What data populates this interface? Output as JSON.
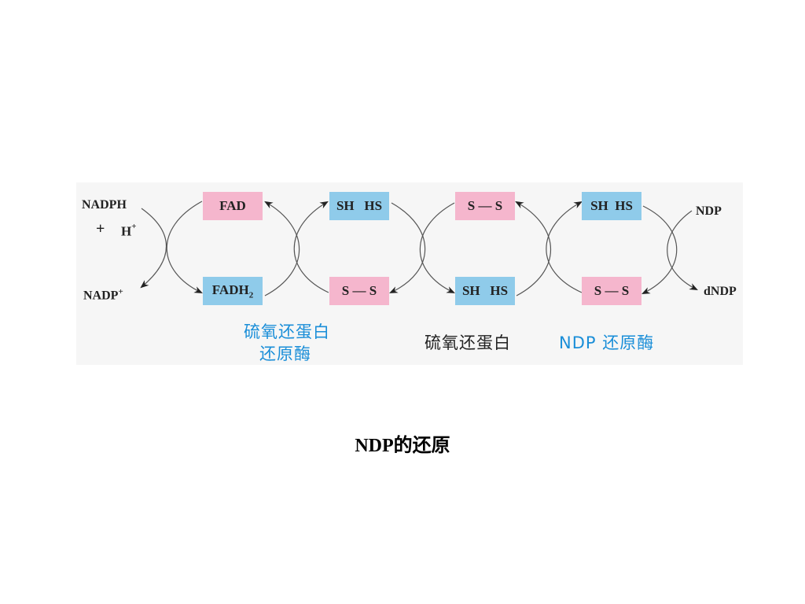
{
  "diagram": {
    "boxes": {
      "fad": "FAD",
      "fadh2_base": "FADH",
      "fadh2_sub": "2",
      "trxr_top": "SH   HS",
      "trxr_bottom": "S — S",
      "trx_top": "S — S",
      "trx_bottom": "SH   HS",
      "rnr_top": "SH  HS",
      "rnr_bottom": "S — S"
    },
    "left": {
      "nadph": "NADPH",
      "plus": "+",
      "h": "H",
      "h_charge": "+",
      "nadp_base": "NADP",
      "nadp_charge": "+"
    },
    "right": {
      "ndp": "NDP",
      "dndp": "dNDP"
    },
    "enzymes": {
      "trxr_line1": "硫氧还蛋白",
      "trxr_line2": "还原酶",
      "trx": "硫氧还蛋白",
      "rnr": "NDP 还原酶"
    },
    "colors": {
      "pink": "#f5b6cd",
      "blue": "#8fcbea",
      "enzyme_blue": "#1a8ed8"
    }
  },
  "caption": "NDP的还原"
}
